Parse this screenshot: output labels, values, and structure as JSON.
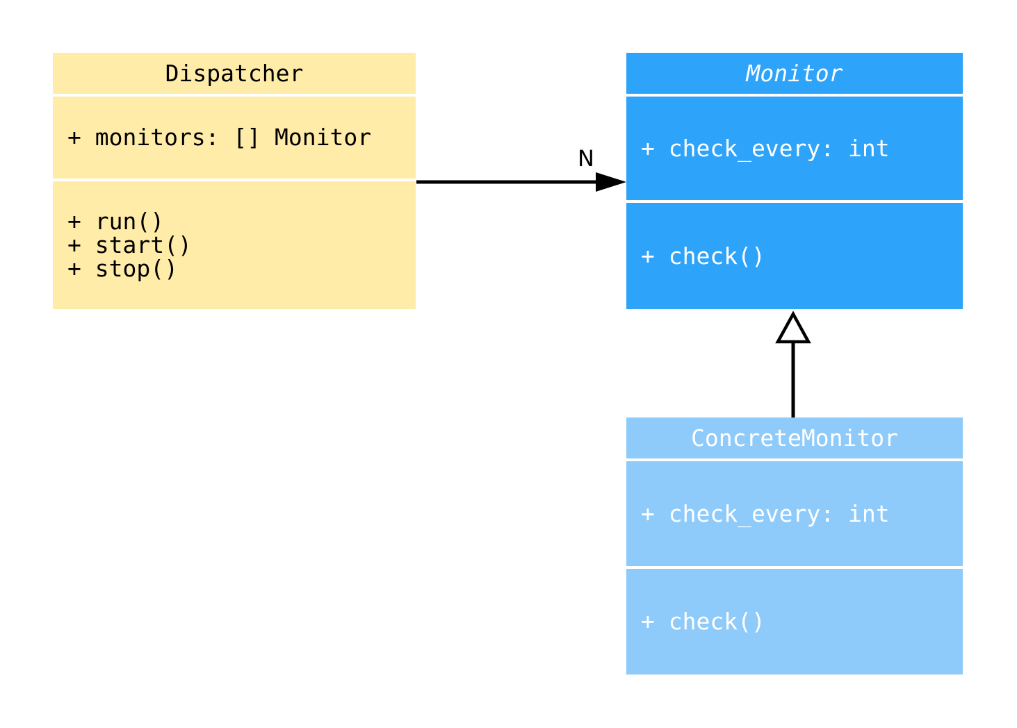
{
  "diagram": {
    "type": "uml-class-diagram",
    "background_color": "#FFFFFF",
    "classes": [
      {
        "name": "Dispatcher",
        "title_italic": false,
        "fill": "#FFECA9",
        "text_color": "#000000",
        "attributes": [
          "+ monitors: [] Monitor"
        ],
        "methods": [
          "+ run()",
          "+ start()",
          "+ stop()"
        ]
      },
      {
        "name": "Monitor",
        "title_italic": true,
        "fill": "#2EA3FA",
        "text_color": "#FFFFFF",
        "attributes": [
          "+ check_every: int"
        ],
        "methods": [
          "+ check()"
        ]
      },
      {
        "name": "ConcreteMonitor",
        "title_italic": false,
        "fill": "#8ECBFA",
        "text_color": "#FFFFFF",
        "attributes": [
          "+ check_every: int"
        ],
        "methods": [
          "+ check()"
        ]
      }
    ],
    "relationships": [
      {
        "type": "association",
        "from": "Dispatcher",
        "to": "Monitor",
        "label": "N",
        "arrowhead": "filled-arrow",
        "color": "#000000"
      },
      {
        "type": "inheritance",
        "from": "ConcreteMonitor",
        "to": "Monitor",
        "label": "",
        "arrowhead": "hollow-triangle",
        "color": "#000000"
      }
    ]
  }
}
